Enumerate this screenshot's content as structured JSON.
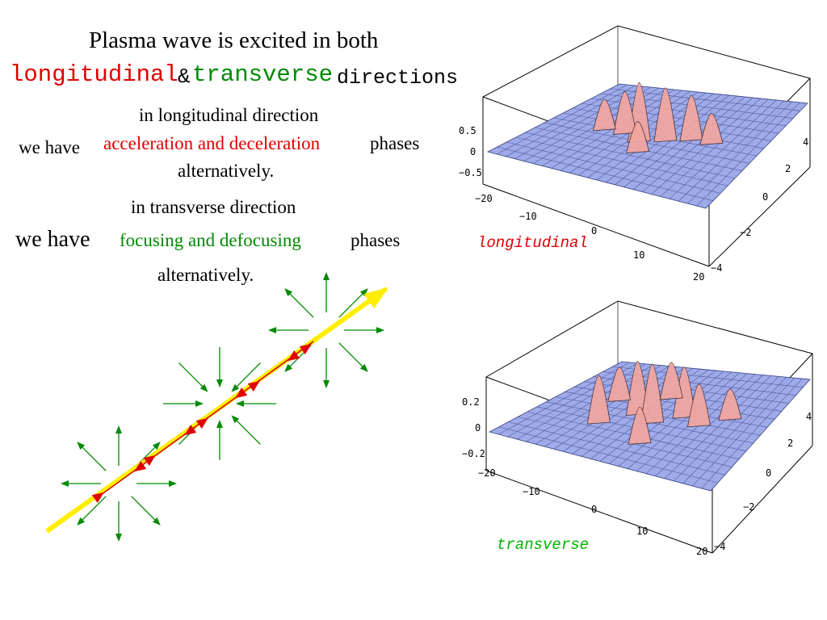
{
  "heading": {
    "line1": "Plasma wave is excited in both",
    "longitudinal": "longitudinal",
    "amp": "&",
    "transverse": "transverse",
    "directions": "directions"
  },
  "longitudinal_block": {
    "line1": "in longitudinal direction",
    "we_have": "we have",
    "highlight": "acceleration and deceleration",
    "phases": "phases",
    "alt": "alternatively."
  },
  "transverse_block": {
    "line1": "in transverse direction",
    "we_have": "we have",
    "highlight": "focusing and defocusing",
    "phases": "phases",
    "alt": "alternatively."
  },
  "plots": {
    "top": {
      "label": "longitudinal",
      "z_ticks": [
        "0.5",
        "0",
        "−0.5"
      ],
      "x_ticks": [
        "−20",
        "−10",
        "0",
        "10",
        "20"
      ],
      "y_ticks": [
        "4",
        "2",
        "0",
        "−2",
        "−4"
      ]
    },
    "bottom": {
      "label": "transverse",
      "z_ticks": [
        "0.2",
        "0",
        "−0.2"
      ],
      "x_ticks": [
        "−20",
        "−10",
        "0",
        "10",
        "20"
      ],
      "y_ticks": [
        "4",
        "2",
        "0",
        "−2",
        "−4"
      ]
    }
  },
  "colors": {
    "red": "#e00000",
    "green": "#008a00",
    "beam": "#ffee00",
    "surface": "#9aa6e8",
    "peak": "#f2a6a0"
  }
}
